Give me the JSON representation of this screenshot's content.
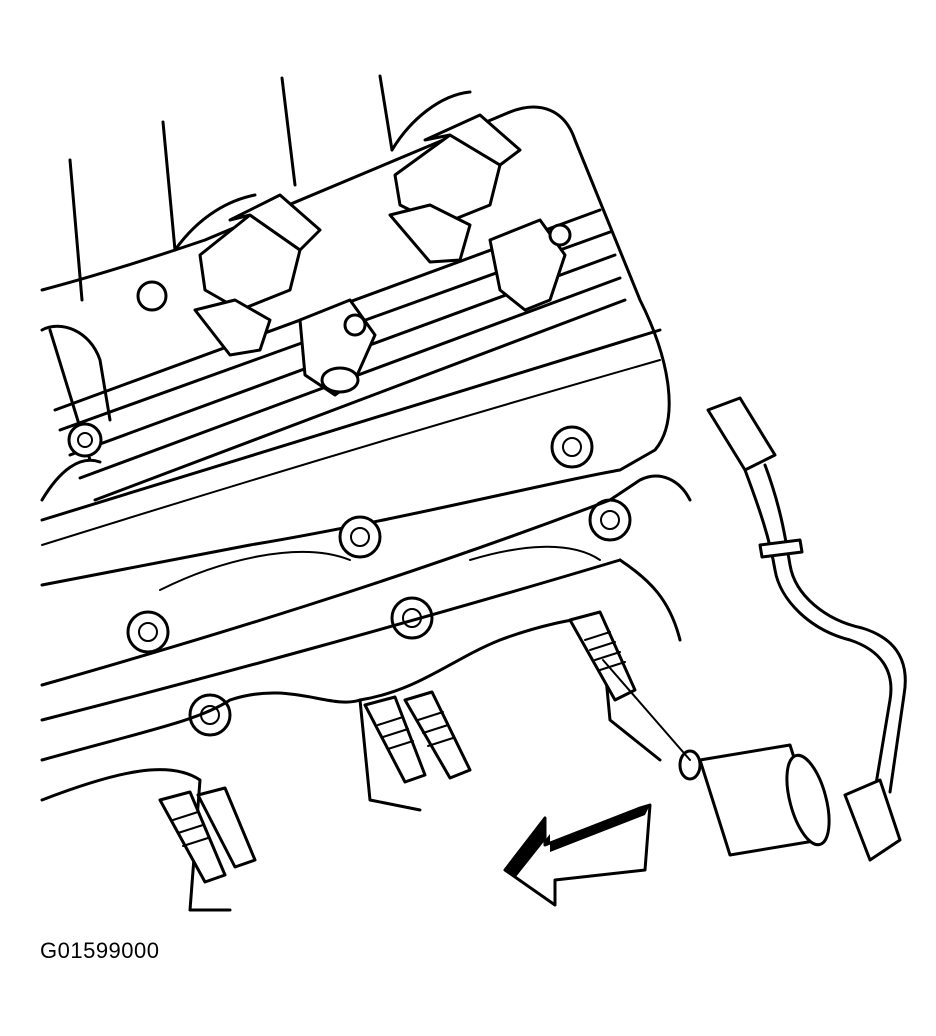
{
  "figure": {
    "id_label": "G01599000",
    "style": "black line art on white background",
    "stroke_color": "#000000",
    "background_color": "#ffffff"
  },
  "components": {
    "cylinder_head": "cylinder-head",
    "valve_cover": "valve-cover",
    "ignition_coils": "ignition-coil-set",
    "spark_plug_wires": "spark-plug-wire-set",
    "exhaust_manifold_bolts": "exhaust-manifold-bolts",
    "arrow": "front-direction-arrow"
  }
}
